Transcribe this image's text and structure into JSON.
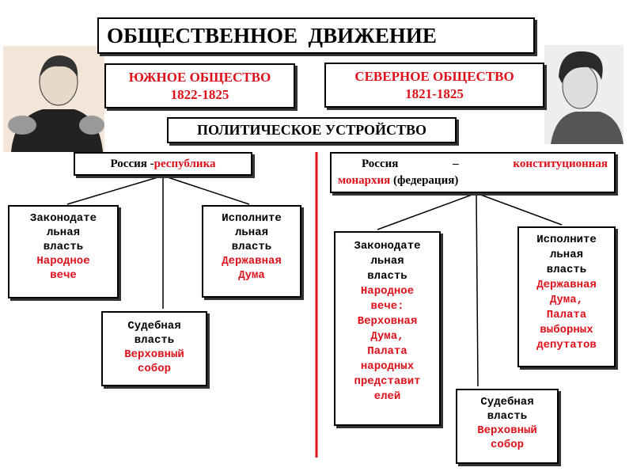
{
  "title": "ОБЩЕСТВЕННОЕ  ДВИЖЕНИЕ",
  "south": {
    "name": "ЮЖНОЕ ОБЩЕСТВО",
    "years": "1822-1825"
  },
  "north": {
    "name": "СЕВЕРНОЕ ОБЩЕСТВО",
    "years": "1821-1825"
  },
  "political": "ПОЛИТИЧЕСКОЕ УСТРОЙСТВО",
  "left": {
    "form_prefix": "Россия -",
    "form": "республика",
    "legislative": {
      "lines": [
        "Законодате",
        "льная",
        "власть"
      ],
      "red": [
        "Народное",
        "вече"
      ]
    },
    "executive": {
      "lines": [
        "Исполните",
        "льная",
        "власть"
      ],
      "red": [
        "Державная",
        "Дума"
      ]
    },
    "judicial": {
      "lines": [
        "Судебная",
        "власть"
      ],
      "red": [
        "Верховный",
        "собор"
      ]
    }
  },
  "right": {
    "form_prefix": "Россия",
    "dash": "–",
    "form1": "конституционная",
    "form2": "монархия",
    "form_suffix": "(федерация)",
    "legislative": {
      "lines": [
        "Законодате",
        "льная",
        "власть"
      ],
      "red": [
        "Народное",
        "вече:",
        "Верховная",
        "Дума,",
        "Палата",
        "народных",
        "представит",
        "елей"
      ]
    },
    "executive": {
      "lines": [
        "Исполните",
        "льная",
        "власть"
      ],
      "red": [
        "Державная",
        "Дума,",
        "Палата",
        "выборных",
        "депутатов"
      ]
    },
    "judicial": {
      "lines": [
        "Судебная",
        "власть"
      ],
      "red": [
        "Верховный",
        "собор"
      ]
    }
  }
}
